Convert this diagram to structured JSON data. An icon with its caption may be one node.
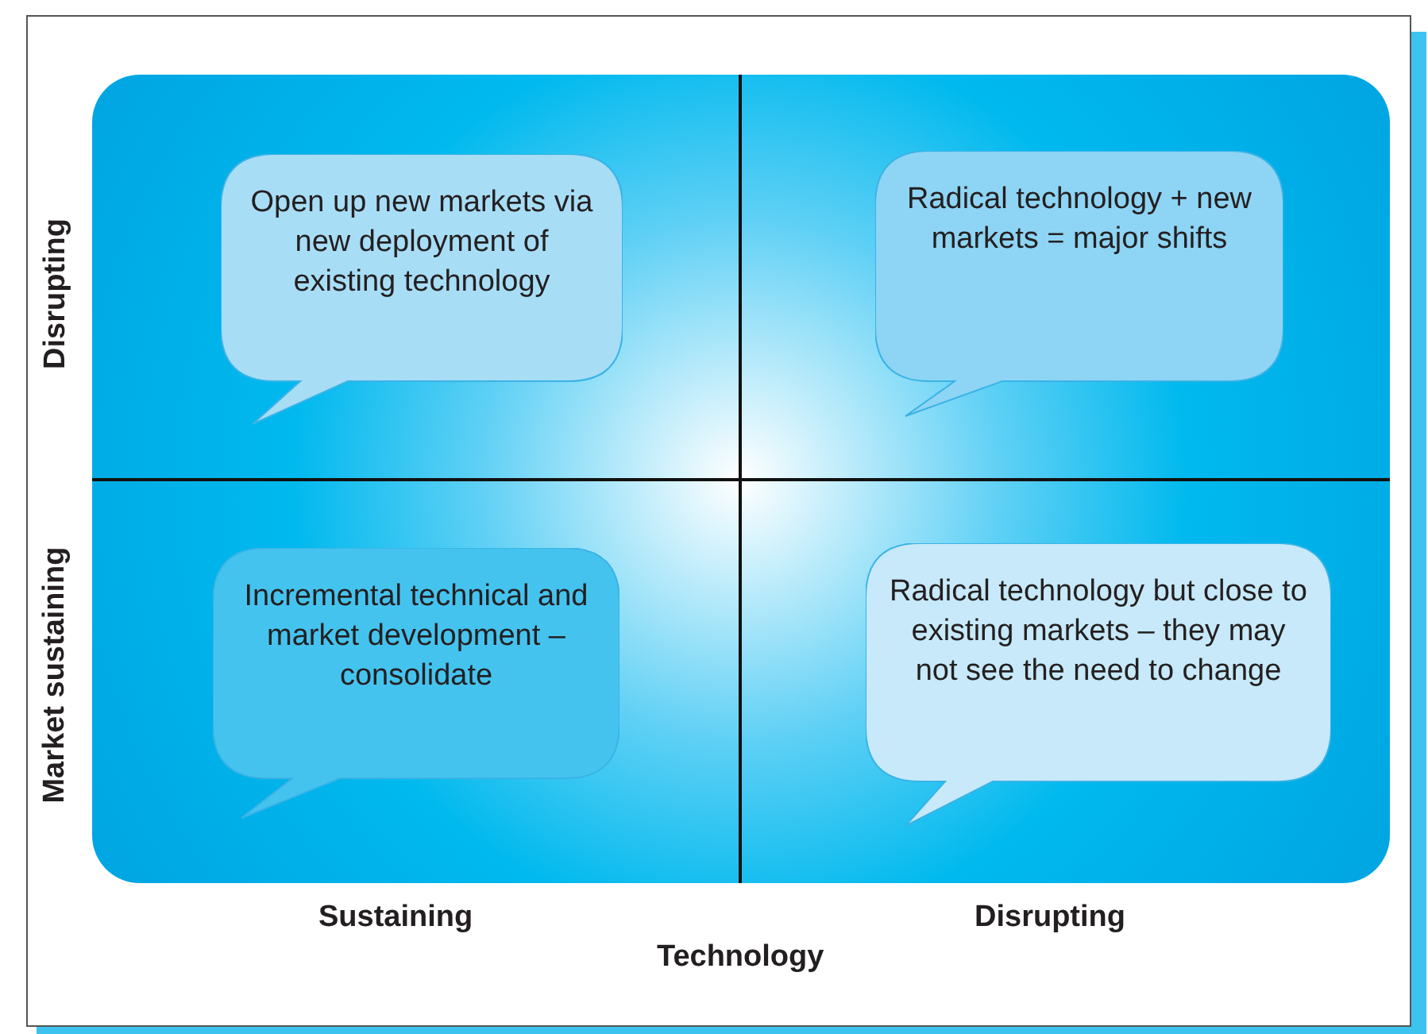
{
  "diagram": {
    "nodes": [
      {
        "text": [
          "Open up new markets via new deployment of existing technology"
        ]
      },
      {
        "text": [
          "Radical technology + new markets = major shifts"
        ]
      },
      {
        "text": [
          "Incremental technical and market development – consolidate"
        ]
      },
      {
        "text": [
          "Radical technology but close to existing markets – they may not see the need to change"
        ]
      }
    ],
    "labels": [
      "Disrupting",
      "Market sustaining",
      "Sustaining",
      "Disrupting",
      "Technology"
    ]
  }
}
